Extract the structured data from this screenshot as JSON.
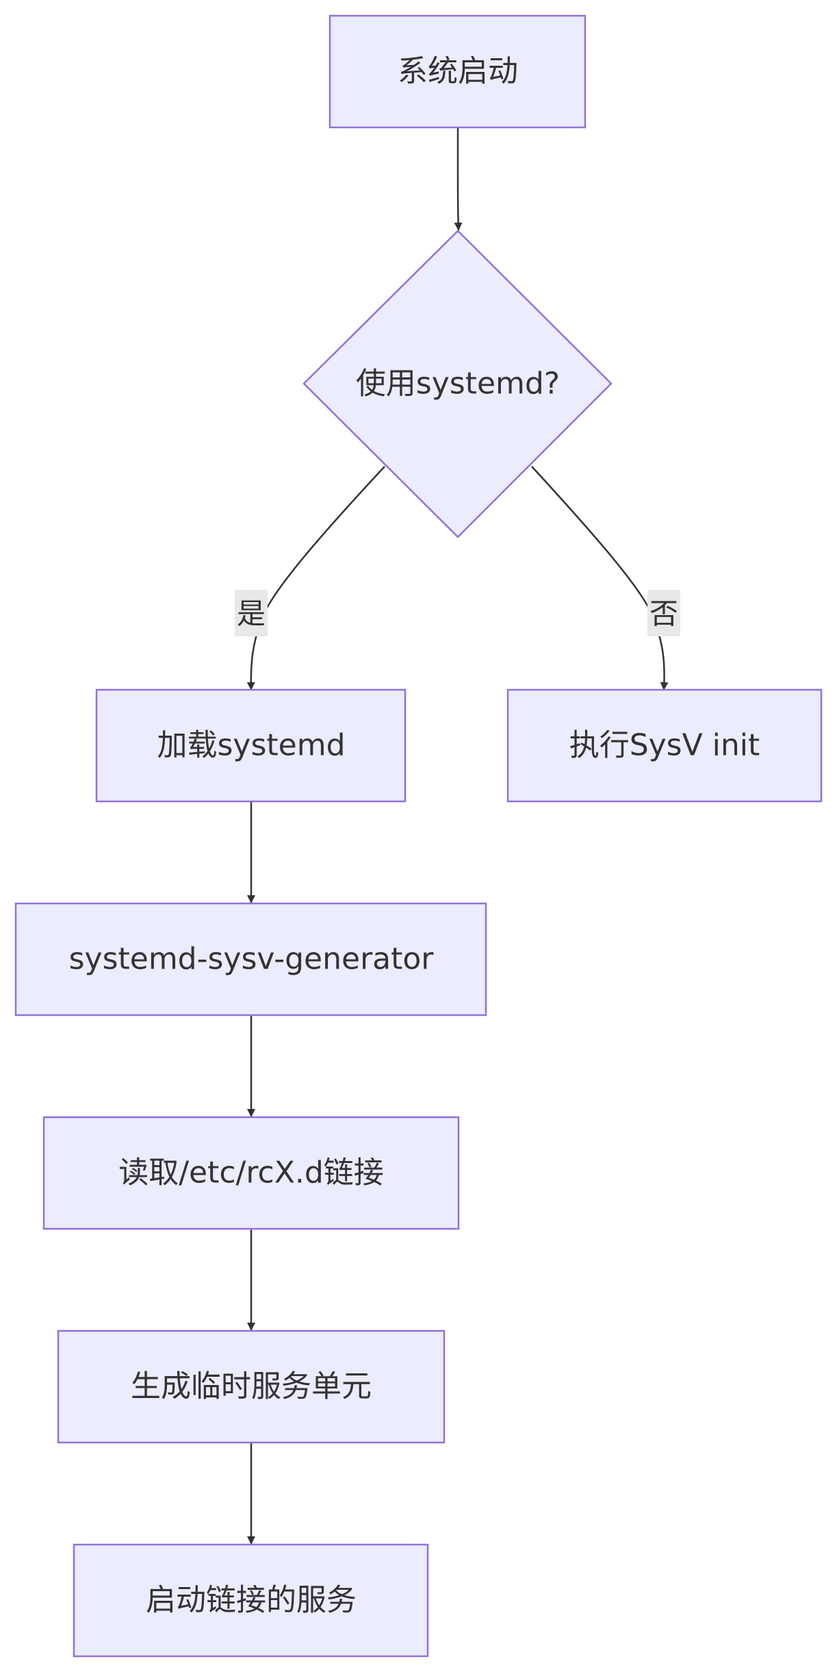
{
  "colors": {
    "node_fill": "#ECECFF",
    "node_stroke": "#9370DB",
    "edge": "#333333",
    "label_background": "#E8E8E8",
    "text": "#333333"
  },
  "nodes": {
    "start": {
      "label": "系统启动",
      "shape": "rectangle"
    },
    "decision": {
      "label": "使用systemd?",
      "shape": "diamond"
    },
    "load_systemd": {
      "label": "加载systemd",
      "shape": "rectangle"
    },
    "sysv_init": {
      "label": "执行SysV init",
      "shape": "rectangle"
    },
    "generator": {
      "label": "systemd-sysv-generator",
      "shape": "rectangle"
    },
    "read_links": {
      "label": "读取/etc/rcX.d链接",
      "shape": "rectangle"
    },
    "gen_units": {
      "label": "生成临时服务单元",
      "shape": "rectangle"
    },
    "start_services": {
      "label": "启动链接的服务",
      "shape": "rectangle"
    }
  },
  "edges": [
    {
      "from": "start",
      "to": "decision",
      "label": ""
    },
    {
      "from": "decision",
      "to": "load_systemd",
      "label": "是"
    },
    {
      "from": "decision",
      "to": "sysv_init",
      "label": "否"
    },
    {
      "from": "load_systemd",
      "to": "generator",
      "label": ""
    },
    {
      "from": "generator",
      "to": "read_links",
      "label": ""
    },
    {
      "from": "read_links",
      "to": "gen_units",
      "label": ""
    },
    {
      "from": "gen_units",
      "to": "start_services",
      "label": ""
    }
  ],
  "edge_labels": {
    "yes": "是",
    "no": "否"
  }
}
